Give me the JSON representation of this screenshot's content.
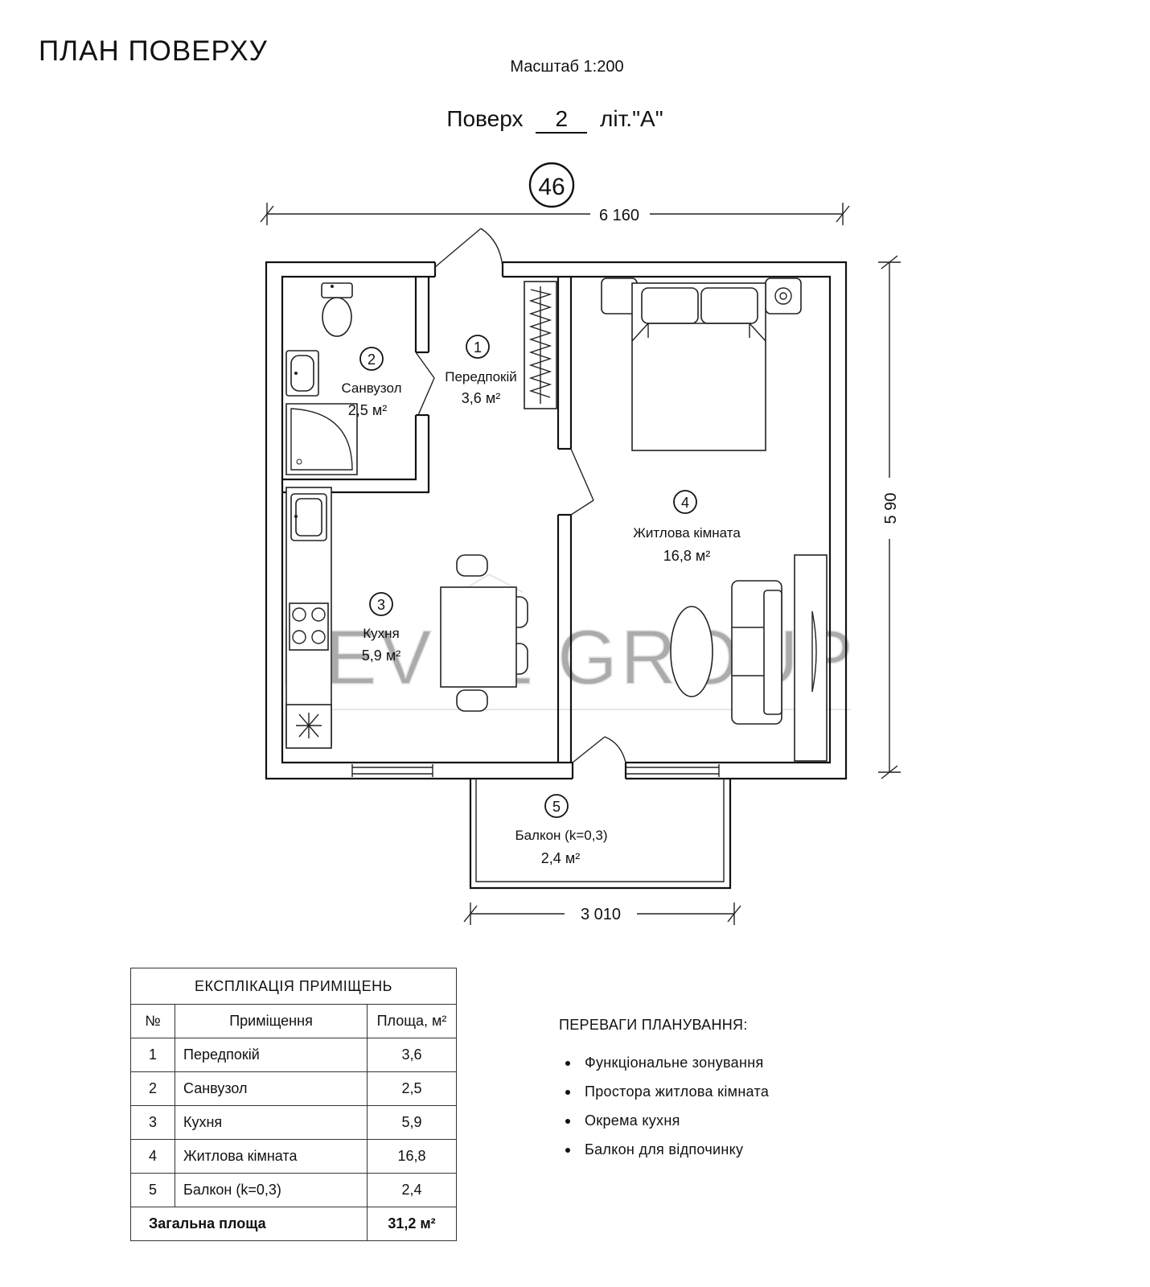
{
  "header": {
    "title": "ПЛАН ПОВЕРХУ",
    "scale": "Масштаб 1:200",
    "floor_prefix": "Поверх",
    "floor_number": "2",
    "floor_suffix": "літ.\"А\""
  },
  "plan": {
    "apartment_number": "46",
    "dimensions": {
      "total_width": "6 160",
      "total_height": "5 90",
      "balcony_width": "3 010"
    },
    "rooms": [
      {
        "number": "1",
        "name": "Передпокій",
        "area": "3,6 м²"
      },
      {
        "number": "2",
        "name": "Санвузол",
        "area": "2,5 м²"
      },
      {
        "number": "3",
        "name": "Кухня",
        "area": "5,9 м²"
      },
      {
        "number": "4",
        "name": "Житлова кімната",
        "area": "16,8 м²"
      },
      {
        "number": "5",
        "name": "Балкон (k=0,3)",
        "area": "2,4 м²"
      }
    ],
    "watermark": "LEVEL GROUP"
  },
  "explication": {
    "title": "ЕКСПЛІКАЦІЯ ПРИМІЩЕНЬ",
    "columns": [
      "№",
      "Приміщення",
      "Площа, м²"
    ],
    "rows": [
      {
        "num": "1",
        "name": "Передпокій",
        "area": "3,6"
      },
      {
        "num": "2",
        "name": "Санвузол",
        "area": "2,5"
      },
      {
        "num": "3",
        "name": "Кухня",
        "area": "5,9"
      },
      {
        "num": "4",
        "name": "Житлова кімната",
        "area": "16,8"
      },
      {
        "num": "5",
        "name": "Балкон (k=0,3)",
        "area": "2,4"
      }
    ],
    "total_label": "Загальна площа",
    "total_value": "31,2 м²"
  },
  "advantages": {
    "title": "ПЕРЕВАГИ ПЛАНУВАННЯ:",
    "items": [
      "Функціональне зонування",
      "Простора житлова кімната",
      "Окрема кухня",
      "Балкон для відпочинку"
    ]
  }
}
